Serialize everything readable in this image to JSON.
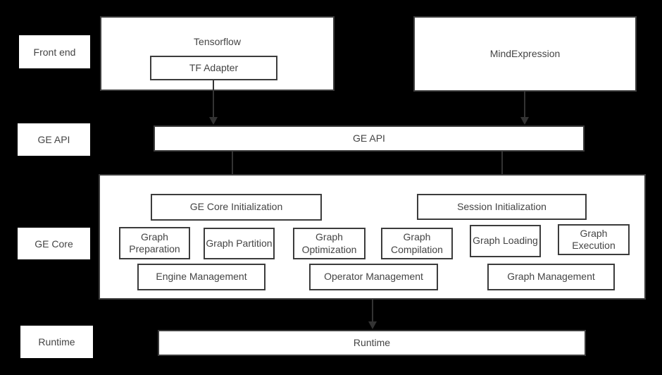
{
  "colors": {
    "background": "#000000",
    "box_fill": "#ffffff",
    "box_border": "#3c3c3c",
    "text": "#444444",
    "arrow": "#333333"
  },
  "row_labels": {
    "front_end": "Front end",
    "ge_api": "GE API",
    "ge_core": "GE Core",
    "runtime": "Runtime"
  },
  "frontend": {
    "tensorflow": "Tensorflow",
    "tf_adapter": "TF Adapter",
    "mindexpression": "MindExpression"
  },
  "ge_api": {
    "bar": "GE API"
  },
  "ge_core": {
    "init": [
      "GE Core Initialization",
      "Session Initialization"
    ],
    "stages": [
      "Graph Preparation",
      "Graph Partition",
      "Graph Optimization",
      "Graph Compilation",
      "Graph Loading",
      "Graph Execution"
    ],
    "management": [
      "Engine Management",
      "Operator Management",
      "Graph Management"
    ]
  },
  "runtime": {
    "bar": "Runtime"
  }
}
